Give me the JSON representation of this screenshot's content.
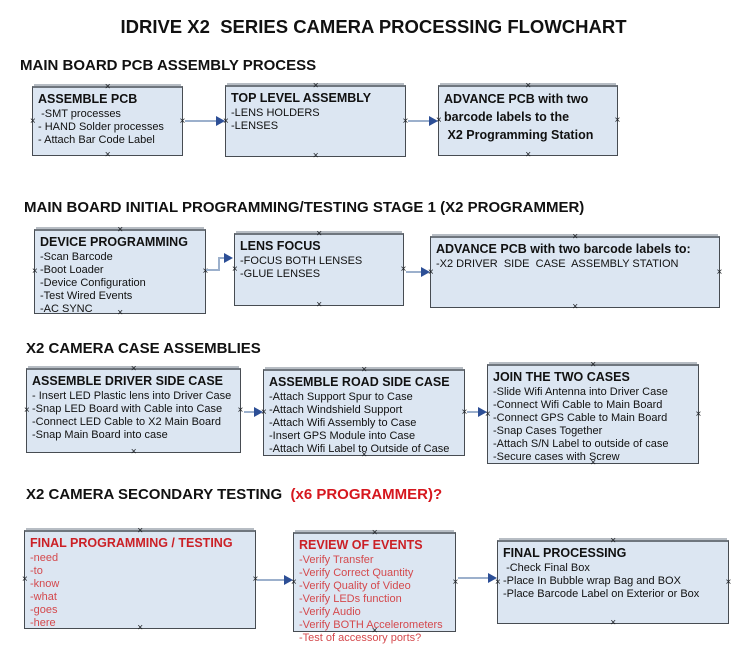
{
  "title": "IDRIVE X2  SERIES CAMERA PROCESSING FLOWCHART",
  "icons": {
    "connection_handle": "×"
  },
  "colors": {
    "box_fill": "#dce6f2",
    "box_border": "#474c52",
    "arrow_line": "#9cb0cc",
    "arrow_head": "#2d4f96",
    "red_heading": "#d6171e",
    "red_box_title": "#cb2026",
    "red_box_item": "#d4494d",
    "text": "#111111"
  },
  "sections": [
    {
      "heading": "MAIN BOARD PCB ASSEMBLY PROCESS",
      "boxes": [
        {
          "title": "ASSEMBLE PCB",
          "items": [
            " -SMT processes",
            "- HAND Solder processes",
            "- Attach Bar Code Label"
          ]
        },
        {
          "title": "TOP LEVEL ASSEMBLY",
          "items": [
            "-LENS HOLDERS",
            "-LENSES"
          ]
        },
        {
          "title": "ADVANCE PCB with two\nbarcode labels to the\n X2 Programming Station",
          "items": []
        }
      ]
    },
    {
      "heading": "MAIN BOARD INITIAL PROGRAMMING/TESTING STAGE 1 (X2 PROGRAMMER)",
      "boxes": [
        {
          "title": "DEVICE PROGRAMMING",
          "items": [
            "-Scan Barcode",
            "-Boot Loader",
            "-Device Configuration",
            "-Test Wired Events",
            "-AC SYNC"
          ]
        },
        {
          "title": "LENS FOCUS",
          "items": [
            "-FOCUS BOTH LENSES",
            "-GLUE LENSES"
          ]
        },
        {
          "title": "ADVANCE PCB with two barcode labels to:",
          "items": [
            "-X2 DRIVER  SIDE  CASE  ASSEMBLY STATION"
          ]
        }
      ]
    },
    {
      "heading": "X2 CAMERA CASE ASSEMBLIES",
      "boxes": [
        {
          "title": "ASSEMBLE DRIVER SIDE CASE",
          "items": [
            "- Insert LED Plastic lens into Driver Case",
            "-Snap LED Board with Cable into Case",
            "-Connect LED Cable to X2 Main Board",
            "-Snap Main Board into case"
          ]
        },
        {
          "title": "ASSEMBLE ROAD SIDE CASE",
          "items": [
            "-Attach Support Spur to Case",
            "-Attach Windshield Support",
            "-Attach Wifi Assembly to Case",
            "-Insert GPS Module into Case",
            "-Attach Wifi Label to Outside of Case"
          ]
        },
        {
          "title": "JOIN THE TWO CASES",
          "items": [
            "-Slide Wifi Antenna into Driver Case",
            "-Connect Wifi Cable to Main Board",
            "-Connect GPS Cable to Main Board",
            "-Snap Cases Together",
            "-Attach S/N Label to outside of case",
            "-Secure cases with Screw"
          ]
        }
      ]
    },
    {
      "heading": "X2 CAMERA SECONDARY TESTING  ",
      "heading_red": "(x6 PROGRAMMER)?",
      "boxes": [
        {
          "title": "FINAL PROGRAMMING / TESTING",
          "items": [
            "-need",
            "-to",
            "-know",
            "-what",
            "-goes",
            "-here"
          ]
        },
        {
          "title": "REVIEW OF EVENTS",
          "items": [
            "-Verify Transfer",
            "-Verify Correct Quantity",
            "-Verify Quality of Video",
            "-Verify LEDs function",
            "-Verify Audio",
            "-Verify BOTH Accelerometers",
            "-Test of accessory ports?"
          ]
        },
        {
          "title": "FINAL PROCESSING",
          "items": [
            " -Check Final Box",
            "-Place In Bubble wrap Bag and BOX",
            "-Place Barcode Label on Exterior or Box"
          ]
        }
      ]
    }
  ]
}
